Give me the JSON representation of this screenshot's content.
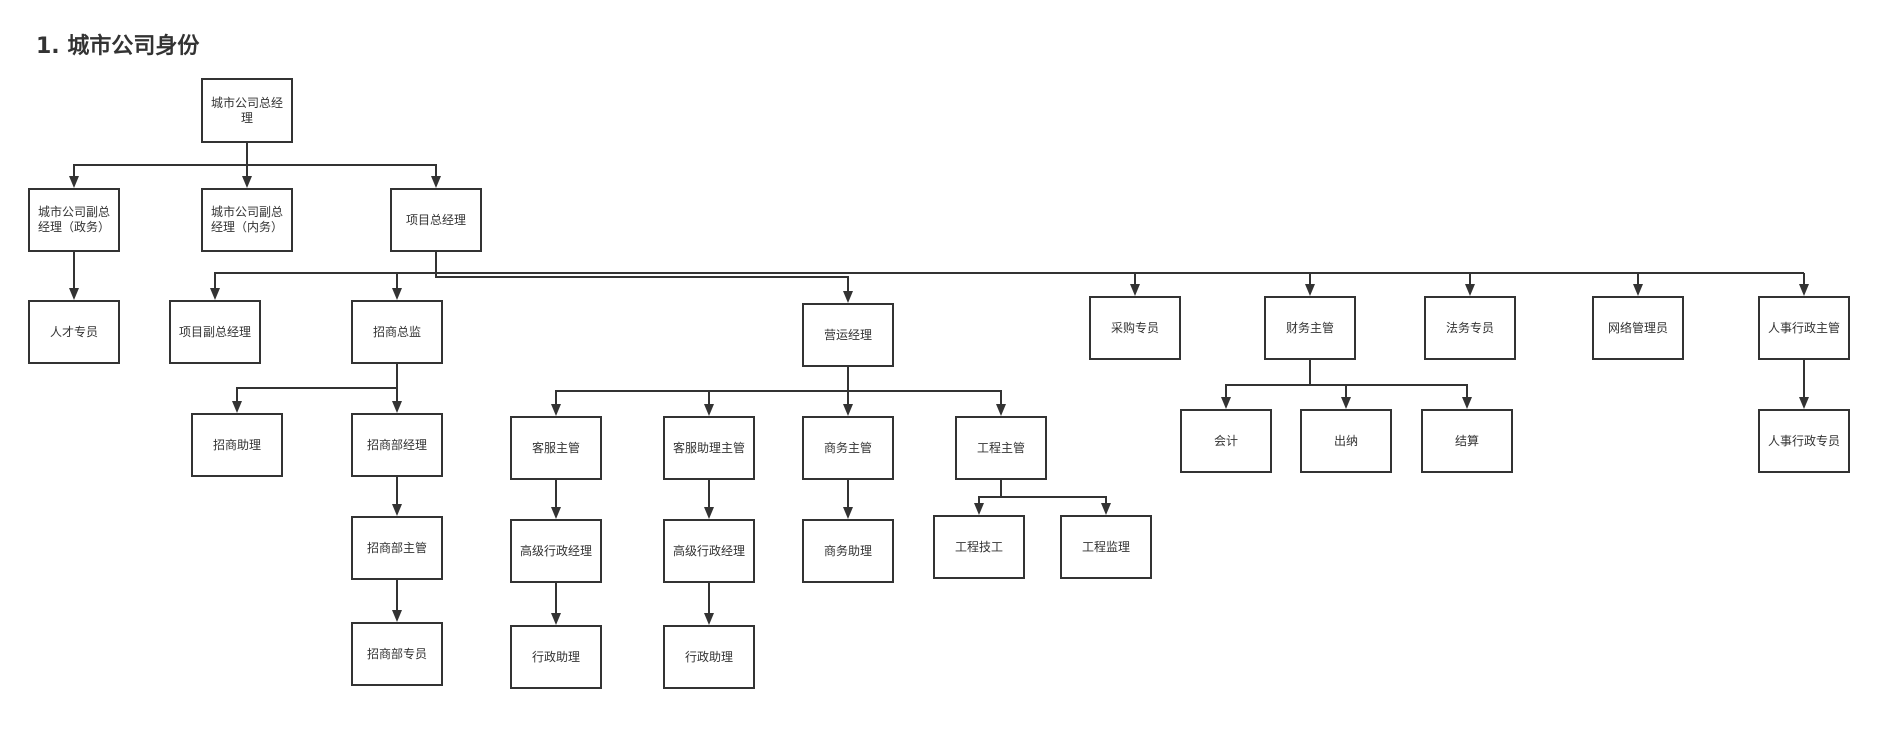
{
  "title": "1. 城市公司身份",
  "nodes": {
    "gm": "城市公司总经理",
    "vp_gov": "城市公司副总经理（政务）",
    "vp_int": "城市公司副总经理（内务）",
    "pgm": "项目总经理",
    "talent": "人才专员",
    "pvgm": "项目副总经理",
    "inv_dir": "招商总监",
    "ops_mgr": "营运经理",
    "purchase": "采购专员",
    "fin_sup": "财务主管",
    "legal": "法务专员",
    "netadmin": "网络管理员",
    "hr_sup": "人事行政主管",
    "inv_asst": "招商助理",
    "inv_mgr": "招商部经理",
    "inv_sup": "招商部主管",
    "inv_spec": "招商部专员",
    "cs_sup": "客服主管",
    "cs_asst_sup": "客服助理主管",
    "biz_sup": "商务主管",
    "eng_sup": "工程主管",
    "sr_admin_1": "高级行政经理",
    "sr_admin_2": "高级行政经理",
    "biz_asst": "商务助理",
    "eng_tech": "工程技工",
    "eng_superv": "工程监理",
    "admin_asst_1": "行政助理",
    "admin_asst_2": "行政助理",
    "accountant": "会计",
    "cashier": "出纳",
    "settlement": "结算",
    "hr_spec": "人事行政专员"
  }
}
